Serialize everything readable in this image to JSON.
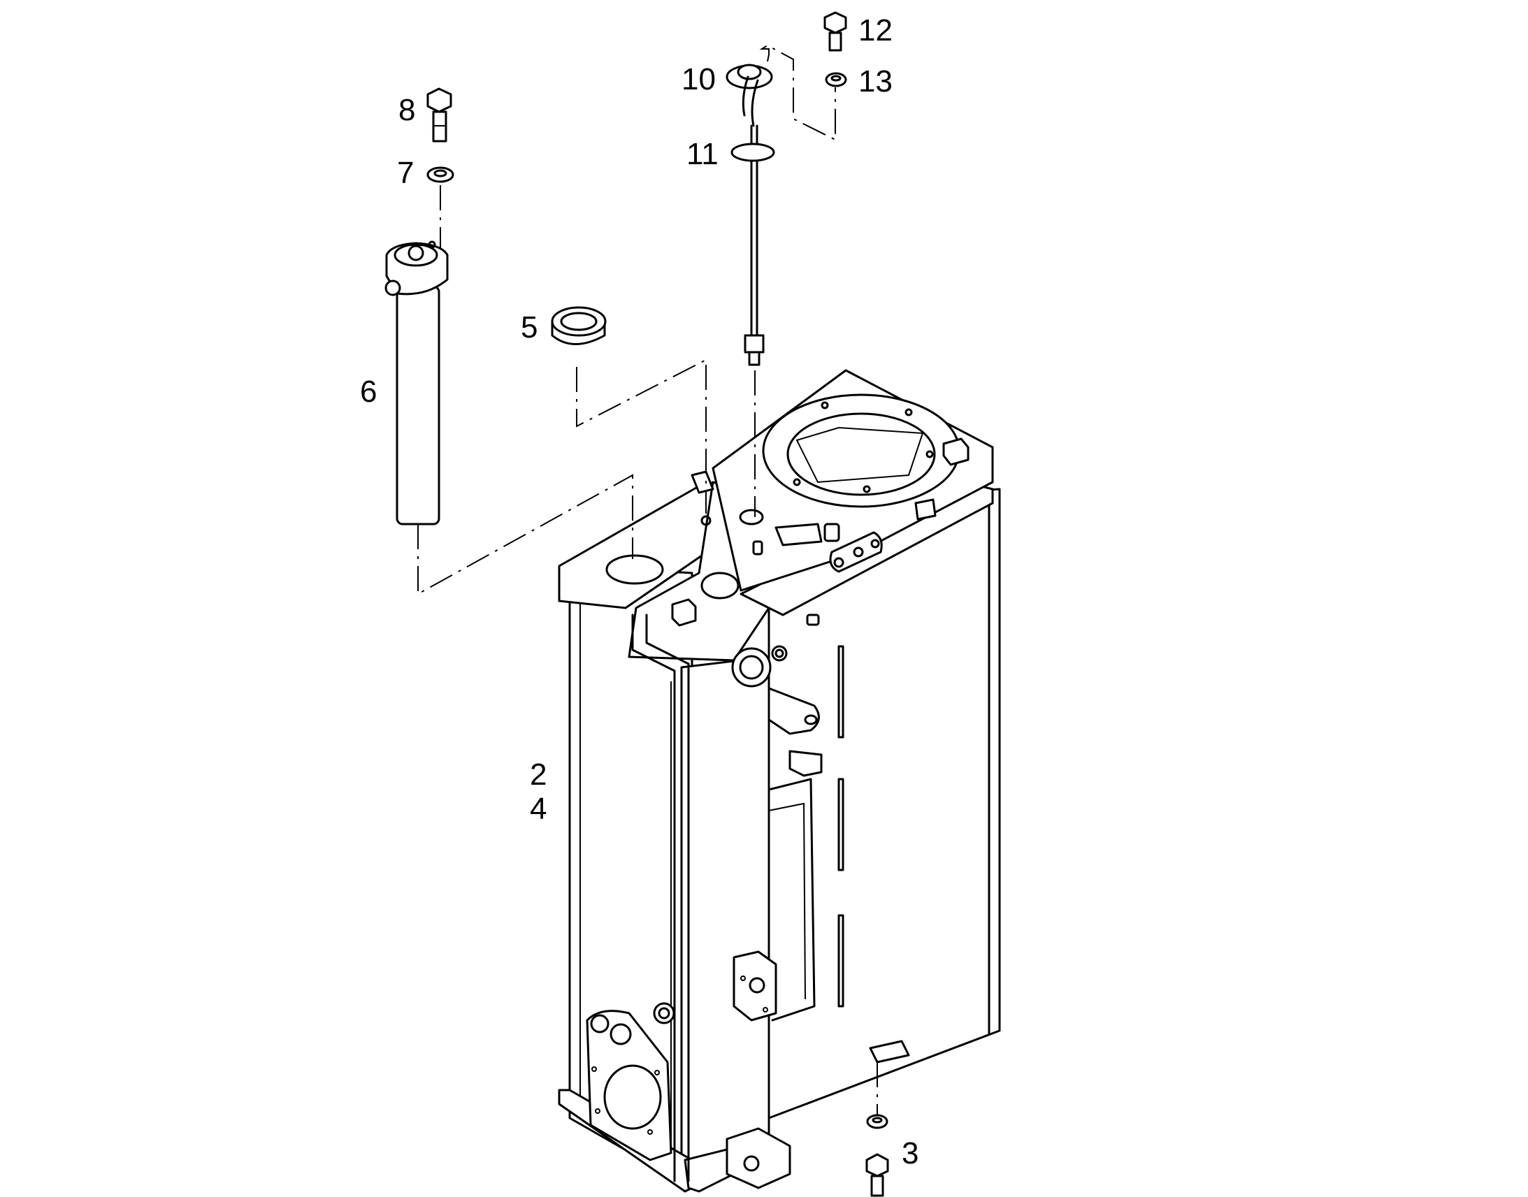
{
  "callouts": {
    "c2": "2",
    "c3": "3",
    "c4": "4",
    "c5": "5",
    "c6": "6",
    "c7": "7",
    "c8": "8",
    "c10": "10",
    "c11": "11",
    "c12": "12",
    "c13": "13"
  }
}
